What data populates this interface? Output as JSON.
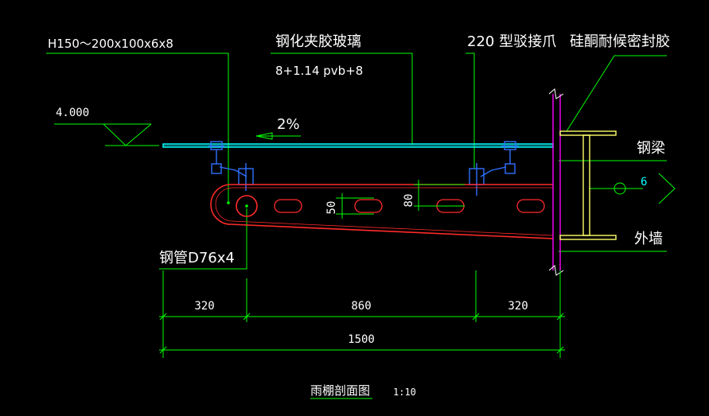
{
  "labels": {
    "beam_spec": "H150～200x100x6x8",
    "glass_name": "钢化夹胶玻璃",
    "glass_spec": "8+1.14 pvb+8",
    "fitting": "220  型驳接爪",
    "sealant": "硅酮耐候密封胶",
    "elevation": "4.000",
    "slope": "2%",
    "steel_beam": "钢梁",
    "outer_wall": "外墙",
    "pipe": "钢管D76x4",
    "dim_80": "80",
    "dim_50": "50",
    "axis_tag": "6"
  },
  "dimensions": {
    "left": "320",
    "middle": "860",
    "right": "320",
    "total": "1500"
  },
  "title": {
    "name": "雨棚剖面图",
    "scale": "1:10"
  },
  "colors": {
    "background": "#000000",
    "leader": "#00ff00",
    "glass": "#00ffff",
    "bracket": "#ff2a2a",
    "wall": "#ff00ff",
    "beam": "#ffff66",
    "fitting": "#3070ff",
    "text": "#ffffff"
  }
}
